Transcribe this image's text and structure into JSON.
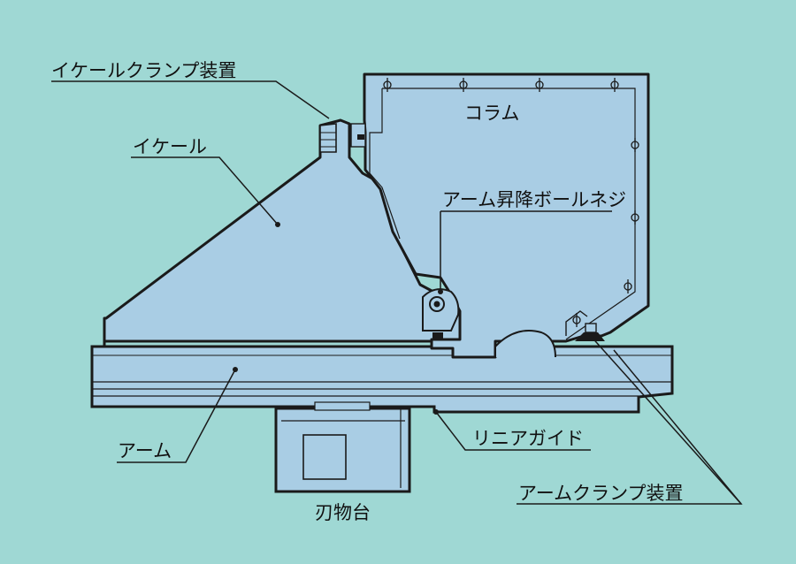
{
  "colors": {
    "background": "#9fd8d4",
    "body_fill": "#a9cde4",
    "outline": "#1a1a1a"
  },
  "labels": {
    "ikeru_clamp": "イケールクランプ装置",
    "ikeru": "イケール",
    "column": "コラム",
    "arm_screw": "アーム昇降ボールネジ",
    "arm": "アーム",
    "linear_guide": "リニアガイド",
    "arm_clamp": "アームクランプ装置",
    "knife_table": "刃物台"
  }
}
